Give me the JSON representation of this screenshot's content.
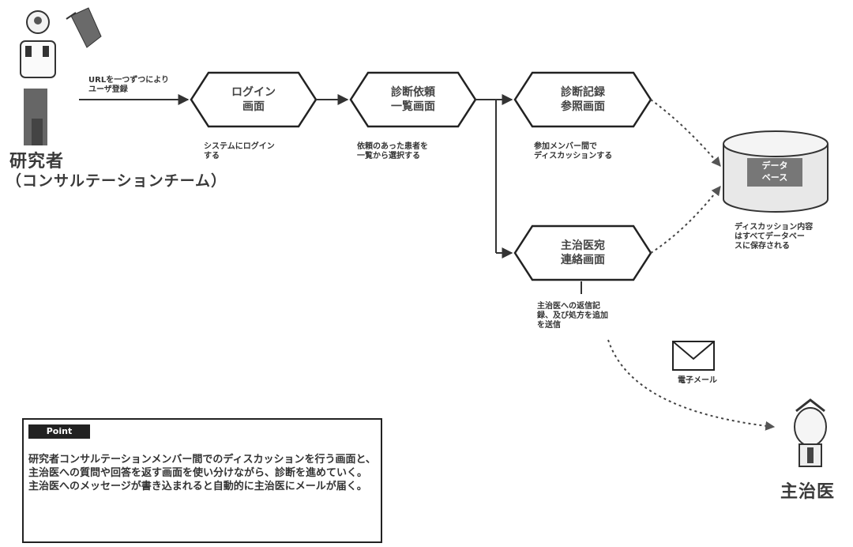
{
  "actors": {
    "consultant": {
      "title": "研究者",
      "subtitle": "（コンサルテーションチーム）"
    },
    "recipient": {
      "title": "主治医"
    }
  },
  "edges": {
    "entry_label": "URLを一つずつにより\nユーザ登録",
    "mail_label": "電子メール"
  },
  "nodes": [
    {
      "id": "login",
      "label": "ログイン\n画面",
      "caption": "システムにログイン\nする"
    },
    {
      "id": "case_list",
      "label": "診断依頼\n一覧画面",
      "caption": "依頼のあった患者を\n一覧から選択する"
    },
    {
      "id": "discussion",
      "label": "診断記録\n参照画面",
      "caption": "参加メンバー間で\nディスカッションする"
    },
    {
      "id": "attending_msg",
      "label": "主治医宛\n連絡画面",
      "caption": "主治医への返信記\n録、及び処方を追加\nを送信"
    }
  ],
  "database": {
    "label": "データ\nベース",
    "caption": "ディスカッション内容\nはすべてデータベー\nスに保存される"
  },
  "notes": {
    "heading": "Point",
    "body": "研究者コンサルテーションメンバー間でのディスカッションを行う画面と、主治医への質問や回答を返す画面を使い分けながら、診断を進めていく。主治医へのメッセージが書き込まれると自動的に主治医にメールが届く。"
  }
}
